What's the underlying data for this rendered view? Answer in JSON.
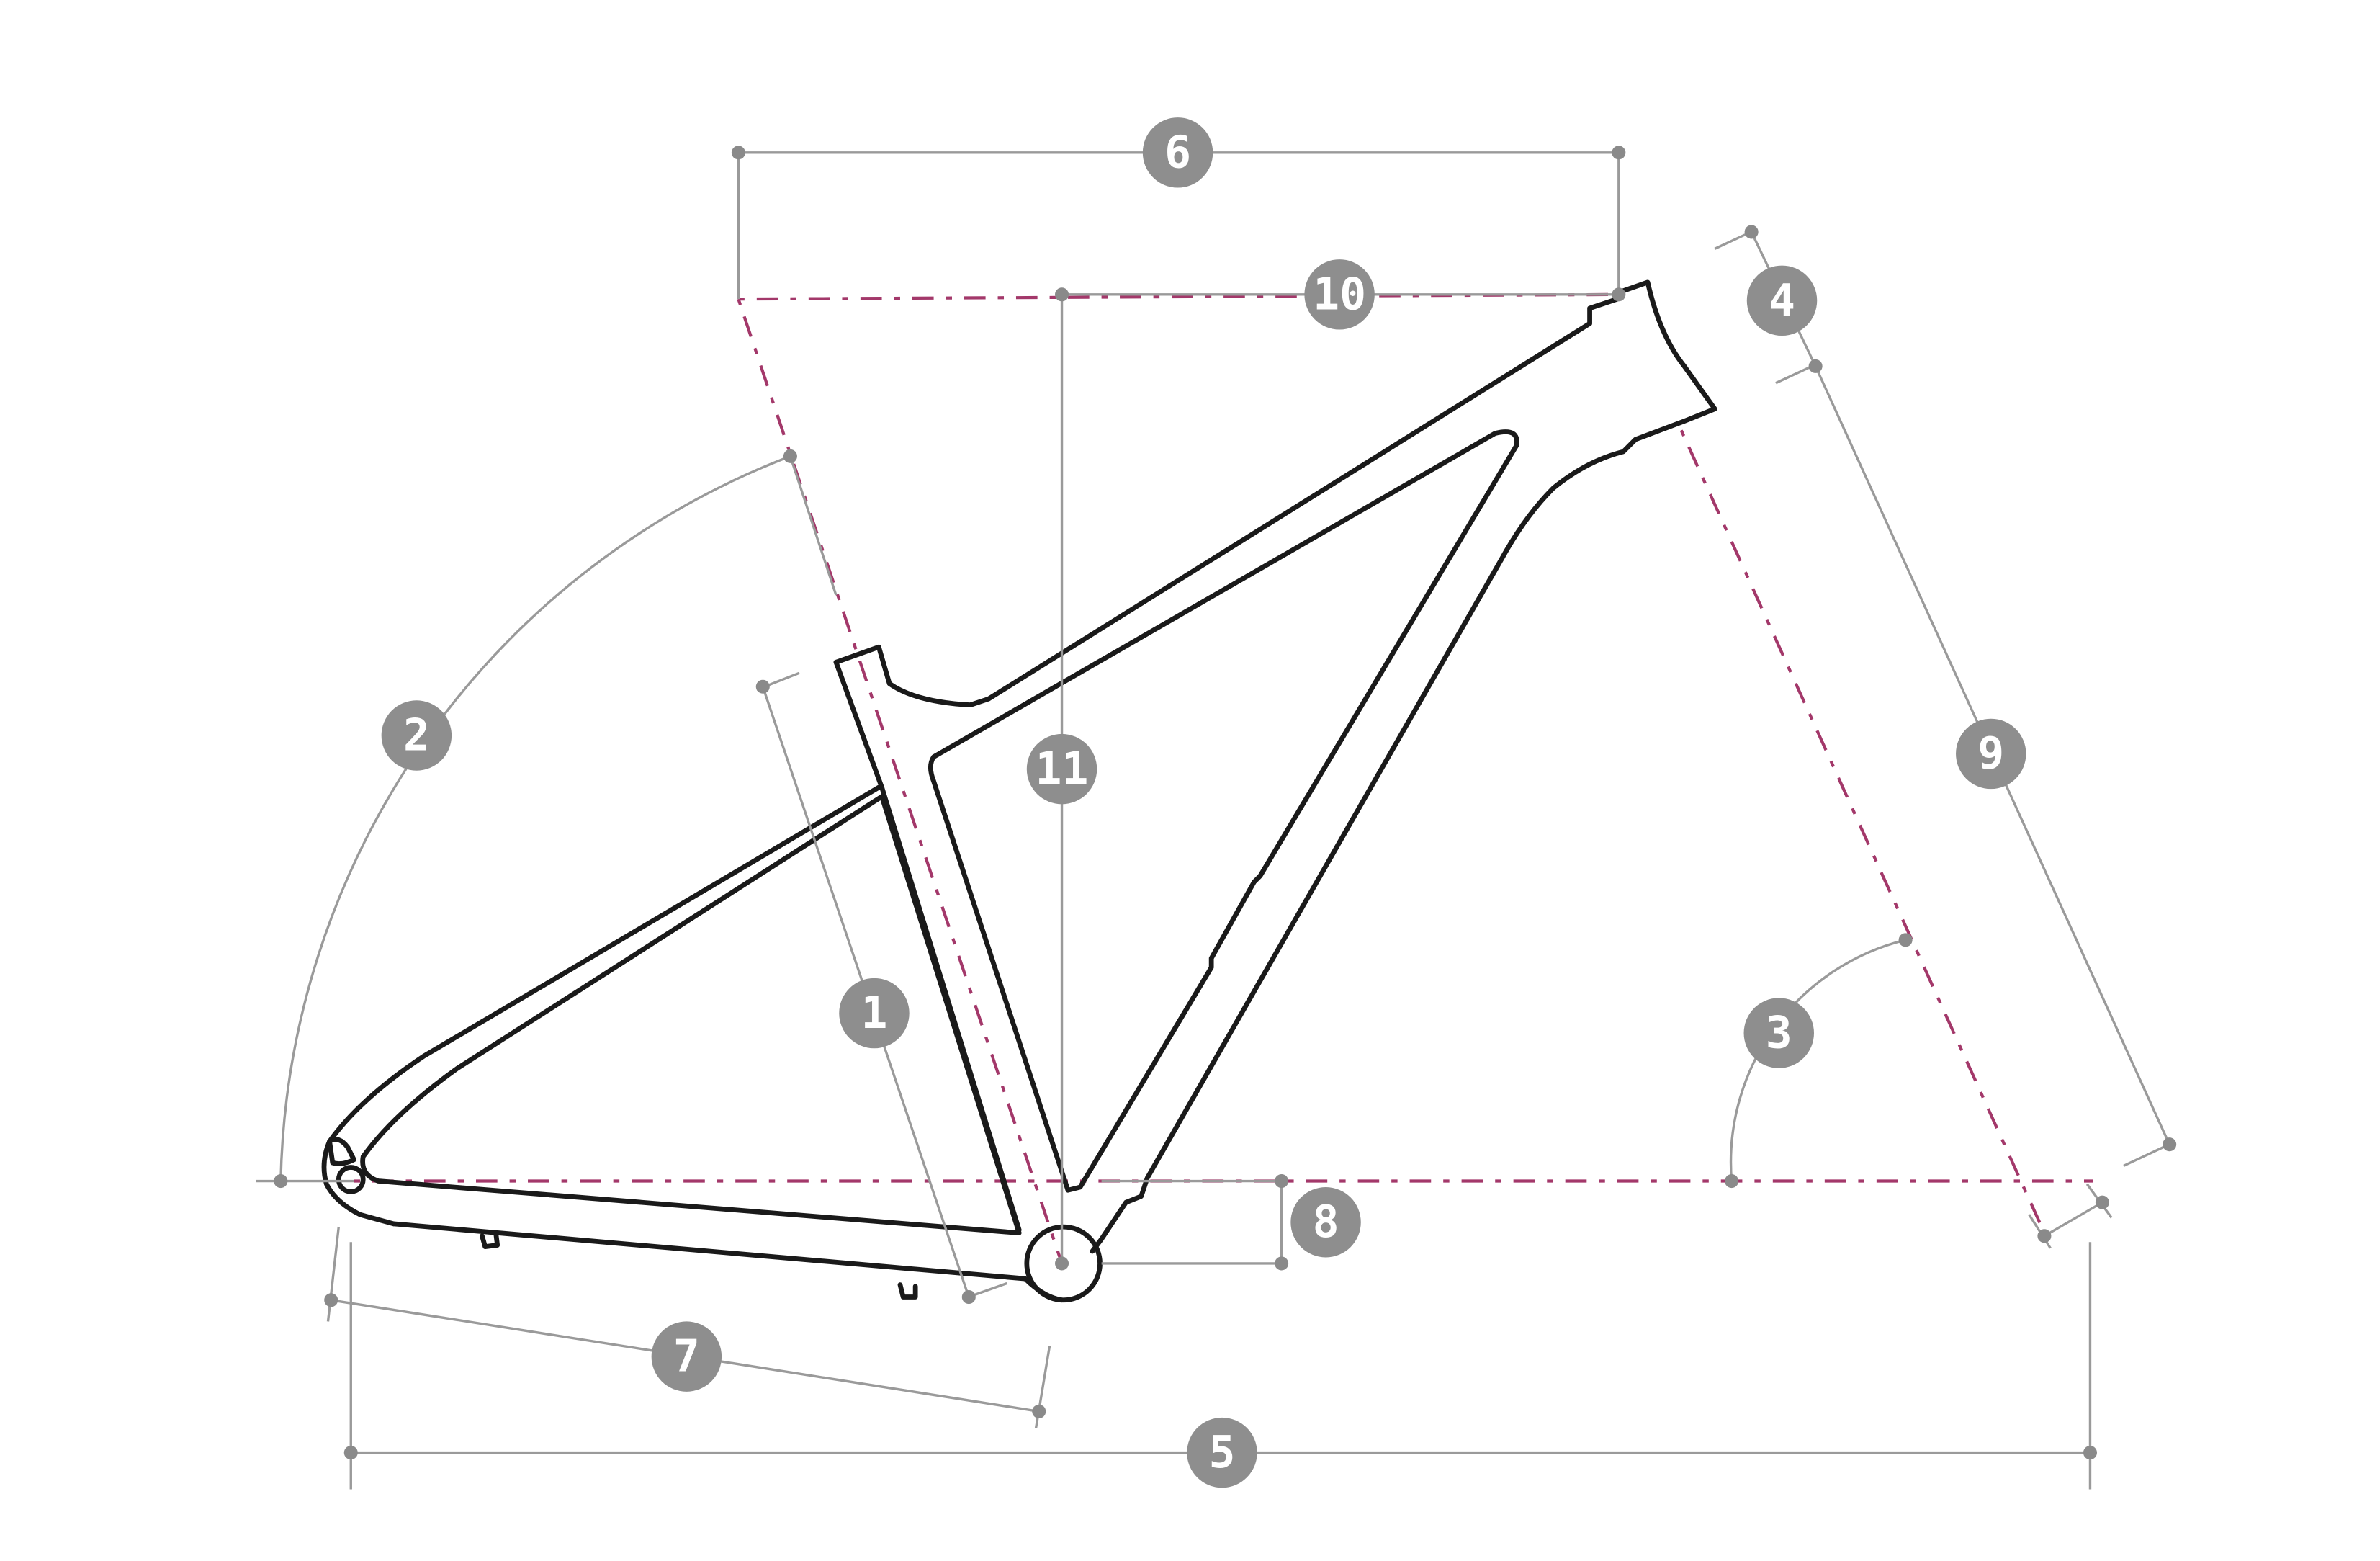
{
  "labels": {
    "one": "1",
    "two": "2",
    "three": "3",
    "four": "4",
    "five": "5",
    "six": "6",
    "seven": "7",
    "eight": "8",
    "nine": "9",
    "ten": "10",
    "eleven": "11"
  },
  "colors": {
    "frame_line": "#1a1a1a",
    "dimension_line": "#9a9a9a",
    "badge_fill": "#8e8e8e",
    "badge_text": "#ffffff",
    "axis_line": "#a3386a"
  }
}
